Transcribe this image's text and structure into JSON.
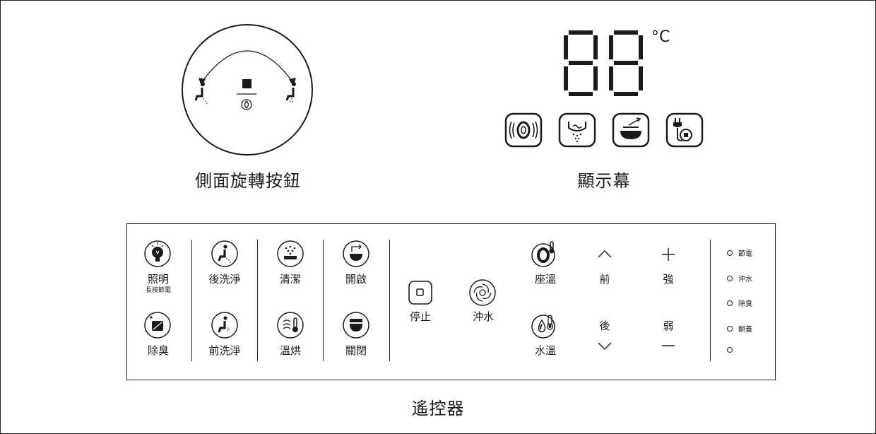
{
  "knob": {
    "caption": "側面旋轉按鈕",
    "icons": [
      "arrow-arc-icon",
      "rear-wash-icon",
      "stop-square-icon",
      "flush-swirl-icon",
      "front-wash-icon"
    ]
  },
  "display": {
    "caption": "顯示幕",
    "temperature_digits": "88",
    "unit": "°C",
    "status_icons": [
      "seat-heat-icon",
      "dryer-icon",
      "lid-icon",
      "power-icon"
    ]
  },
  "remote": {
    "caption": "遙控器",
    "buttons": {
      "light": "照明",
      "light_sub": "長按節電",
      "deodorize": "除臭",
      "rear_wash": "後洗淨",
      "front_wash": "前洗淨",
      "clean": "清潔",
      "warm_dry": "溫烘",
      "open": "開啟",
      "close": "關閉",
      "stop": "停止",
      "flush": "沖水",
      "seat_temp": "座溫",
      "water_temp": "水溫",
      "forward": "前",
      "backward": "後",
      "strong": "強",
      "weak": "弱"
    },
    "indicators": [
      "節電",
      "沖水",
      "除臭",
      "翻蓋",
      ""
    ]
  }
}
